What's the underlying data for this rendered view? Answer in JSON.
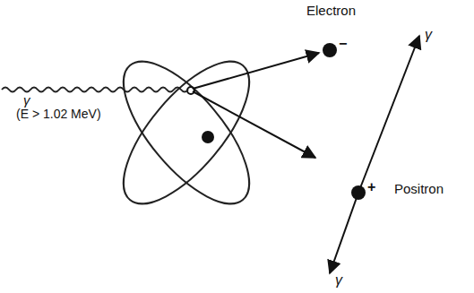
{
  "diagram": {
    "labels": [
      "Electron",
      "−",
      "γ",
      "γ",
      "(E > 1.02 MeV)",
      "+",
      "Positron",
      "γ"
    ]
  }
}
